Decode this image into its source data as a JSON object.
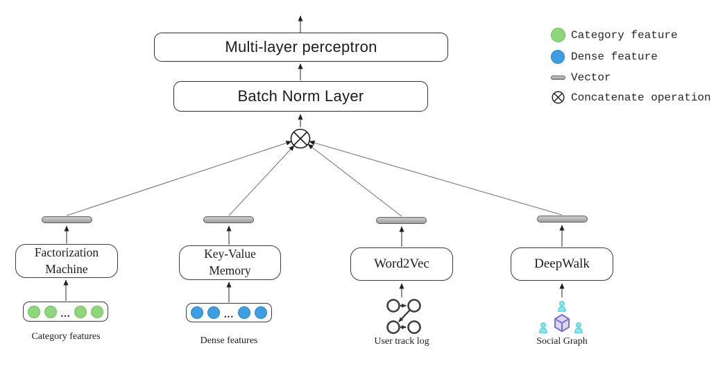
{
  "colors": {
    "category_green_fill": "#8ed67c",
    "category_green_border": "#6cbf58",
    "dense_blue_fill": "#3d9fe2",
    "dense_blue_border": "#2a84c8",
    "vector_gray_border": "#5e5e5e",
    "cube_purple": "#7b6fd0",
    "cube_purple_fill": "#dcd7f5",
    "person_cyan": "#54d4dc",
    "person_cyan_fill": "#8ee6ea",
    "line_color": "#666666"
  },
  "pipeline": {
    "mlp_label": "Multi-layer perceptron",
    "batch_norm_label": "Batch Norm Layer"
  },
  "branches": [
    {
      "model_lines": [
        "Factorization",
        "Machine"
      ],
      "input_label": "Category features"
    },
    {
      "model_lines": [
        "Key-Value",
        "Memory"
      ],
      "input_label": "Dense features"
    },
    {
      "model_lines": [
        "Word2Vec"
      ],
      "input_label": "User track log"
    },
    {
      "model_lines": [
        "DeepWalk"
      ],
      "input_label": "Social Graph"
    }
  ],
  "features": {
    "ellipsis": "..."
  },
  "legend": {
    "items": [
      {
        "icon": "category-feature-circle",
        "label": "Category feature"
      },
      {
        "icon": "dense-feature-circle",
        "label": "Dense feature"
      },
      {
        "icon": "vector-bar",
        "label": "Vector"
      },
      {
        "icon": "concatenate-symbol",
        "label": "Concatenate operation"
      }
    ]
  }
}
